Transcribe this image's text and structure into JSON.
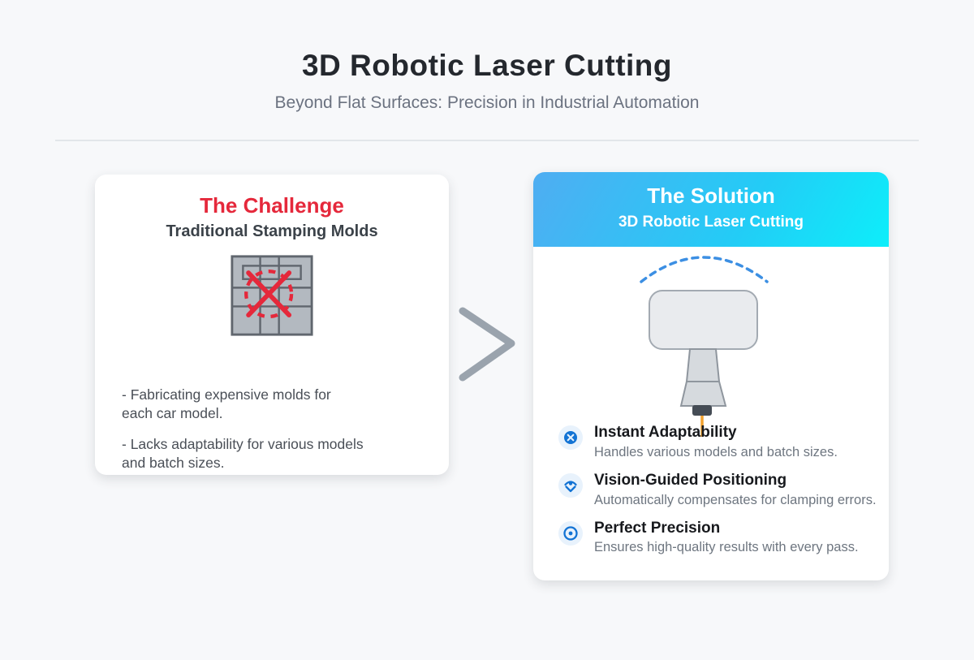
{
  "page": {
    "title": "3D Robotic Laser Cutting",
    "subtitle": "Beyond Flat Surfaces: Precision in Industrial Automation"
  },
  "challenge": {
    "title": "The Challenge",
    "subtitle": "Traditional Stamping Molds",
    "icon": "stamping-mold-crossed-icon",
    "bullets": [
      "- Fabricating expensive molds for\neach car model.",
      "- Lacks adaptability for various models\nand batch sizes."
    ]
  },
  "arrow": {
    "icon": "chevron-right-arrow-icon"
  },
  "solution": {
    "title": "The Solution",
    "subtitle": "3D Robotic Laser Cutting",
    "illustration": "robotic-laser-head-illustration",
    "features": [
      {
        "icon": "circled-x-icon",
        "title": "Instant Adaptability",
        "description": "Handles various models and batch sizes."
      },
      {
        "icon": "vision-scan-icon",
        "title": "Vision-Guided Positioning",
        "description": "Automatically compensates for clamping errors."
      },
      {
        "icon": "target-icon",
        "title": "Perfect Precision",
        "description": "Ensures high-quality results with every pass."
      }
    ]
  },
  "colors": {
    "background": "#f7f8fa",
    "challenge_accent_red": "#e5283b",
    "solution_gradient_start": "#4fadf2",
    "solution_gradient_end": "#0deefa",
    "feature_icon_blue": "#1273d4",
    "feature_icon_bg": "#e8f2fc",
    "laser_orange": "#f2a12e",
    "arc_dashed_blue": "#3c8fe3",
    "arrow_gray": "#9aa3ad",
    "mold_gray": "#b3b9c0"
  }
}
